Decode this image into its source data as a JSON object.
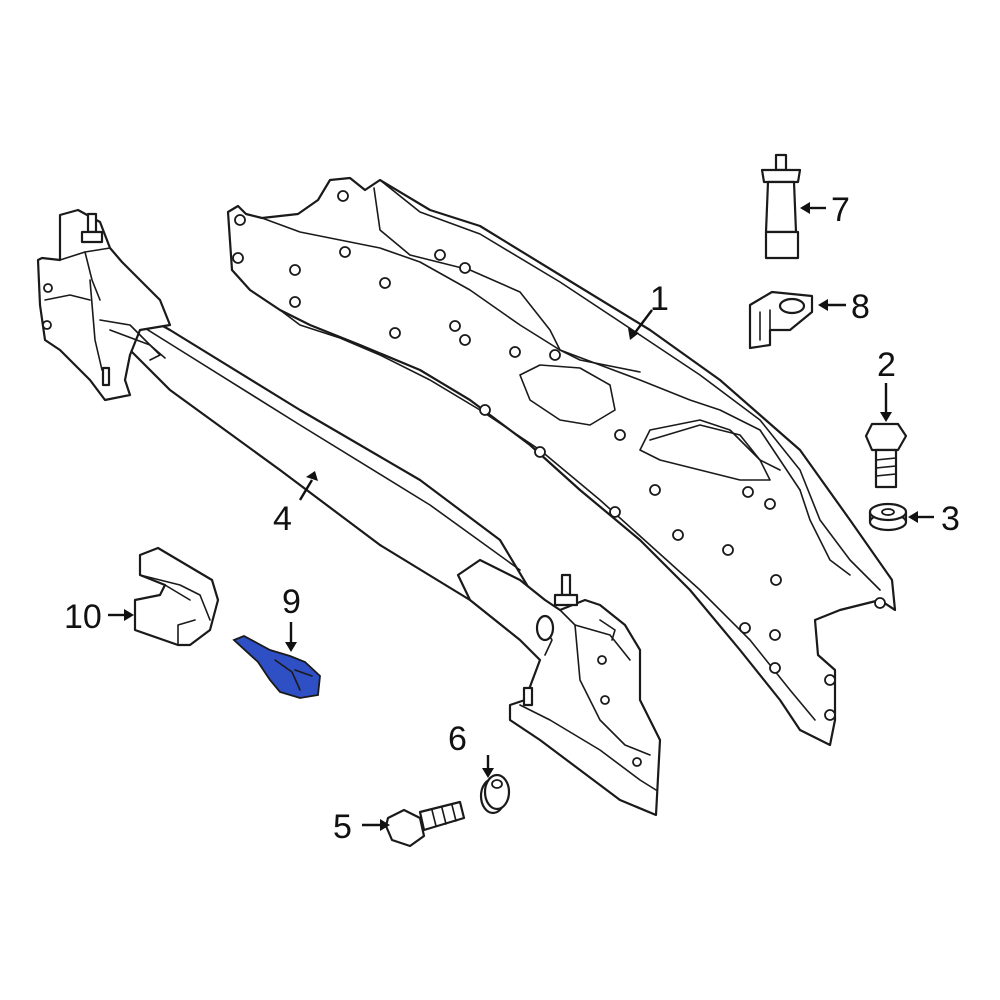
{
  "diagram": {
    "callouts": [
      {
        "label": "1"
      },
      {
        "label": "2"
      },
      {
        "label": "3"
      },
      {
        "label": "4"
      },
      {
        "label": "5"
      },
      {
        "label": "6"
      },
      {
        "label": "7"
      },
      {
        "label": "8"
      },
      {
        "label": "9"
      },
      {
        "label": "10"
      }
    ],
    "highlight_color": "#2f4fc4",
    "line_color": "#1a1a1a"
  }
}
